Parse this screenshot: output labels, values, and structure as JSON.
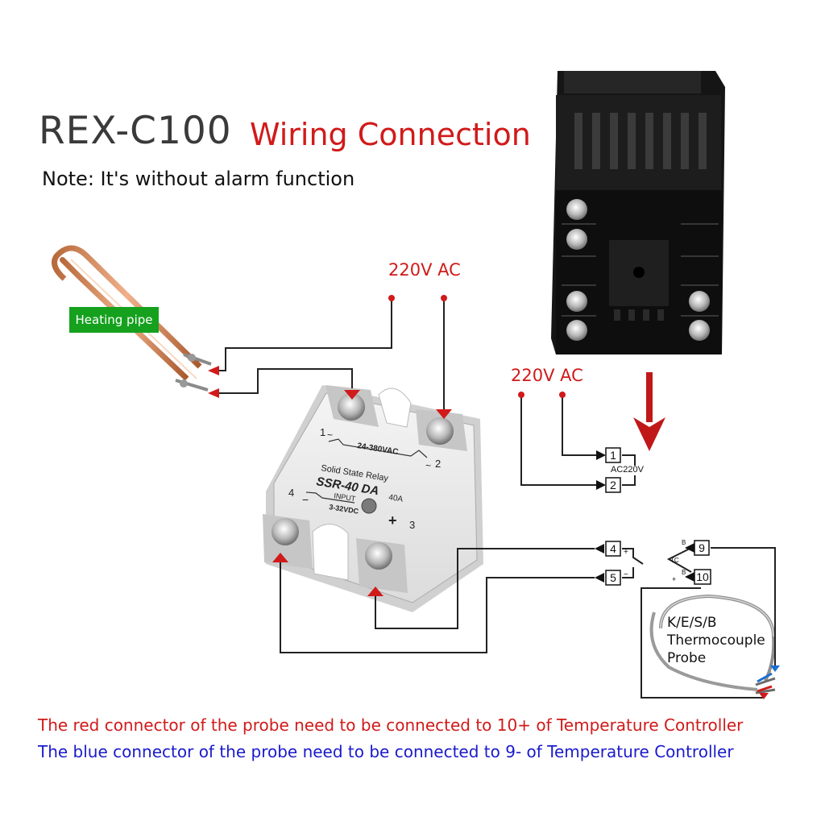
{
  "title": {
    "model": "REX-C100",
    "subtitle": "Wiring Connection",
    "note": "Note: It's without alarm function"
  },
  "labels": {
    "voltage_top": "220V AC",
    "voltage_right": "220V AC",
    "heating_pipe": "Heating pipe",
    "probe": "K/E/S/B\nThermocouple\nProbe",
    "terminal_power": "AC220V",
    "tc_symbol": "TC",
    "tc_b": "B"
  },
  "ssr": {
    "line1": "Solid State Relay",
    "model": "SSR-40 DA",
    "ac_range": "24-380VAC",
    "input": "INPUT",
    "dc_range": "3-32VDC",
    "current": "40A",
    "t1": "1",
    "t2": "2",
    "t3": "3",
    "t4": "4"
  },
  "terminals": [
    "1",
    "2",
    "4",
    "5",
    "9",
    "10"
  ],
  "footnotes": {
    "red": "The red connector of the probe need to be connected to 10+ of Temperature Controller",
    "blue": "The blue connector of the probe need to be connected to 9- of Temperature Controller"
  },
  "colors": {
    "accent_red": "#d11a1a",
    "blue_note": "#1a1acc",
    "label_green": "#15a11e"
  }
}
